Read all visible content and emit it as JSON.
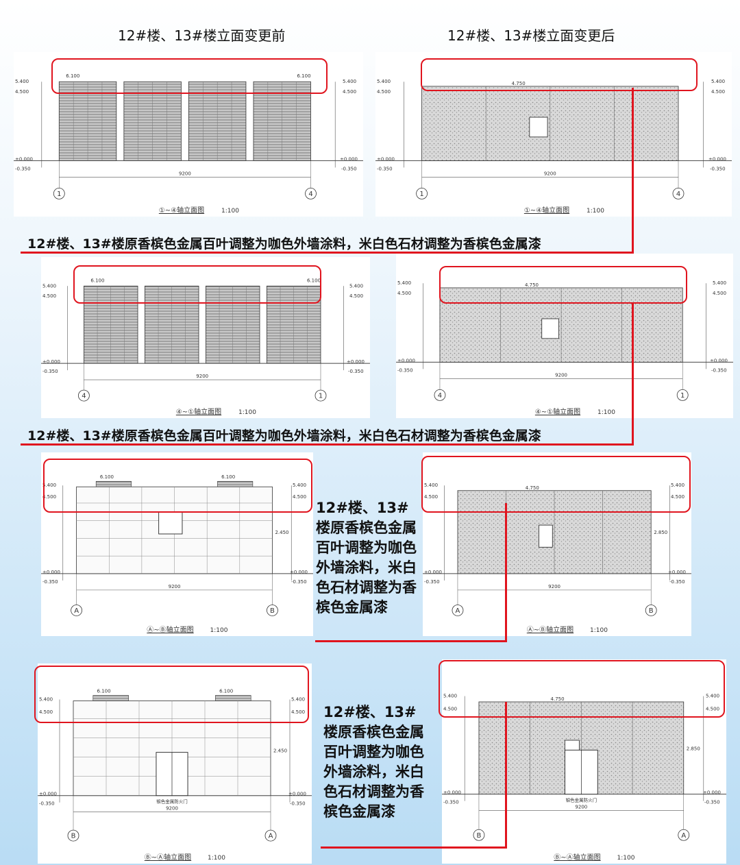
{
  "headers": {
    "before": "12#楼、13#楼立面变更前",
    "after": "12#楼、13#楼立面变更后"
  },
  "note": "12#楼、13#楼原香槟色金属百叶调整为咖色外墙涂料，米白色石材调整为香槟色金属漆",
  "side_note": "12#楼、13#楼原香槟色金属百叶调整为咖色外墙涂料，米白色石材调整为香槟色金属漆",
  "drawings": {
    "p1": {
      "title": "①~④轴立面图",
      "scale": "1:100",
      "axisL": "1",
      "axisR": "4",
      "width": "9200",
      "lvTop": "5.400",
      "lvMid": "4.500",
      "lvZero": "±0.000",
      "lvNeg": "-0.350",
      "lv2": "6.100"
    },
    "p2": {
      "title": "①~④轴立面图",
      "scale": "1:100",
      "axisL": "1",
      "axisR": "4",
      "width": "9200",
      "lvTop": "5.400",
      "lvMid": "4.500",
      "lvZero": "±0.000",
      "lvNeg": "-0.350",
      "lv2": "4.750"
    },
    "p3": {
      "title": "④~①轴立面图",
      "scale": "1:100",
      "axisL": "4",
      "axisR": "1",
      "width": "9200",
      "lvTop": "5.400",
      "lvMid": "4.500",
      "lvZero": "±0.000",
      "lvNeg": "-0.350",
      "lv2": "6.100"
    },
    "p4": {
      "title": "④~①轴立面图",
      "scale": "1:100",
      "axisL": "4",
      "axisR": "1",
      "width": "9200",
      "lvTop": "5.400",
      "lvMid": "4.500",
      "lvZero": "±0.000",
      "lvNeg": "-0.350",
      "lv2": "4.750"
    },
    "p5": {
      "title": "Ⓐ~Ⓑ轴立面图",
      "scale": "1:100",
      "axisL": "A",
      "axisR": "B",
      "width": "9200",
      "lvTop": "5.400",
      "lvMid": "4.500",
      "lvZero": "±0.000",
      "lvNeg": "-0.350",
      "lv2": "6.100",
      "lv3": "2.450"
    },
    "p6": {
      "title": "Ⓐ~Ⓑ轴立面图",
      "scale": "1:100",
      "axisL": "A",
      "axisR": "B",
      "width": "9200",
      "lvTop": "5.400",
      "lvMid": "4.500",
      "lvZero": "±0.000",
      "lvNeg": "-0.350",
      "lv2": "4.750",
      "lv3": "2.850"
    },
    "p7": {
      "title": "Ⓑ~Ⓐ轴立面图",
      "scale": "1:100",
      "axisL": "B",
      "axisR": "A",
      "width": "9200",
      "lvTop": "5.400",
      "lvMid": "4.500",
      "lvZero": "±0.000",
      "lvNeg": "-0.350",
      "lv2": "6.100",
      "lv3": "2.450",
      "door": "银色金属防火门"
    },
    "p8": {
      "title": "Ⓑ~Ⓐ轴立面图",
      "scale": "1:100",
      "axisL": "B",
      "axisR": "A",
      "width": "9200",
      "lvTop": "5.400",
      "lvMid": "4.500",
      "lvZero": "±0.000",
      "lvNeg": "-0.350",
      "lv2": "4.750",
      "lv3": "2.850",
      "door": "银色金属防火门"
    }
  },
  "colors": {
    "annotation_red": "#e0141e",
    "background_blue": "#cfe7f8"
  }
}
